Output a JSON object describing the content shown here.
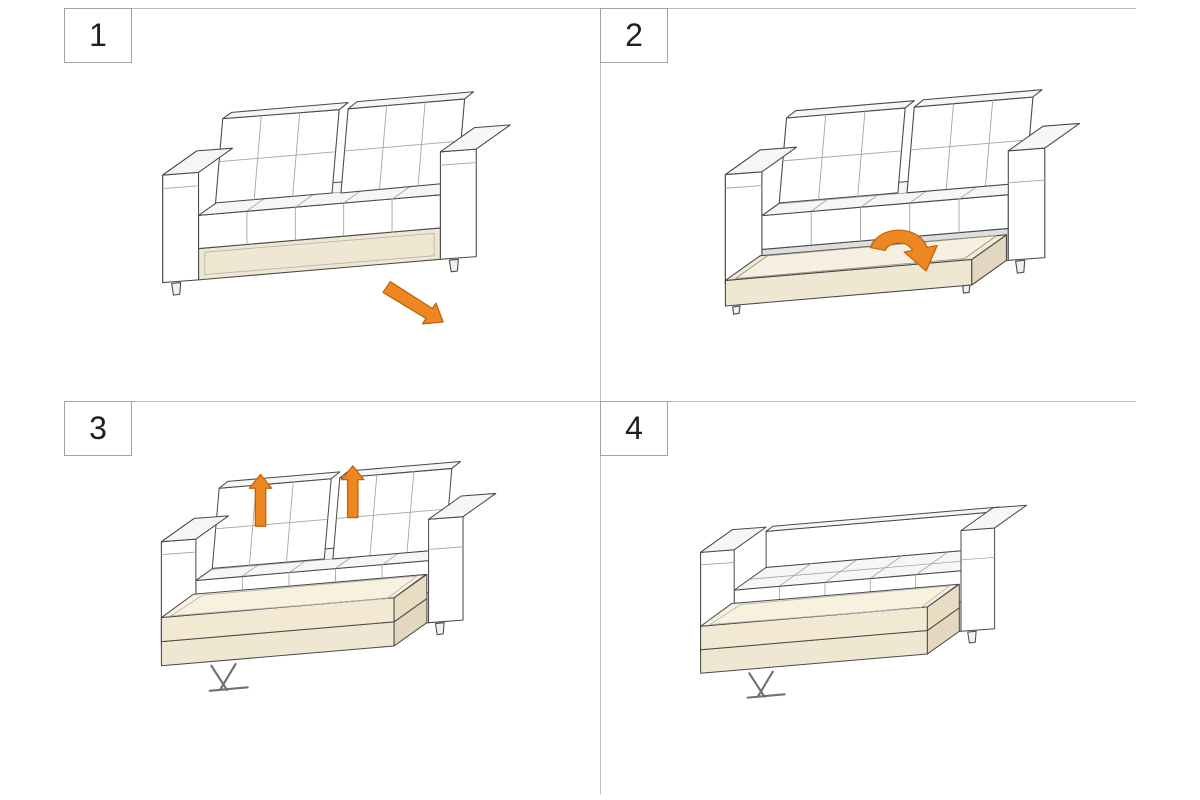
{
  "page": {
    "background": "#ffffff",
    "kind": "sofa-bed-unfolding-instructions"
  },
  "colors": {
    "accent_orange": "#EE8722",
    "orange_outline": "#BE650C",
    "cream": "#F2E9D6",
    "outline_gray": "#4A4A4A",
    "grid_line": "#BDBDBD"
  },
  "panels": [
    {
      "number": "1",
      "illustration": "sofa-closed",
      "action_icon": "pull-out-arrow-icon"
    },
    {
      "number": "2",
      "illustration": "sofa-drawer-extended",
      "action_icon": "flip-arrow-icon"
    },
    {
      "number": "3",
      "illustration": "sofa-mattress-out-backrest-on",
      "action_icon": "lift-up-arrows-icon"
    },
    {
      "number": "4",
      "illustration": "sofa-bed-complete",
      "action_icon": ""
    }
  ]
}
